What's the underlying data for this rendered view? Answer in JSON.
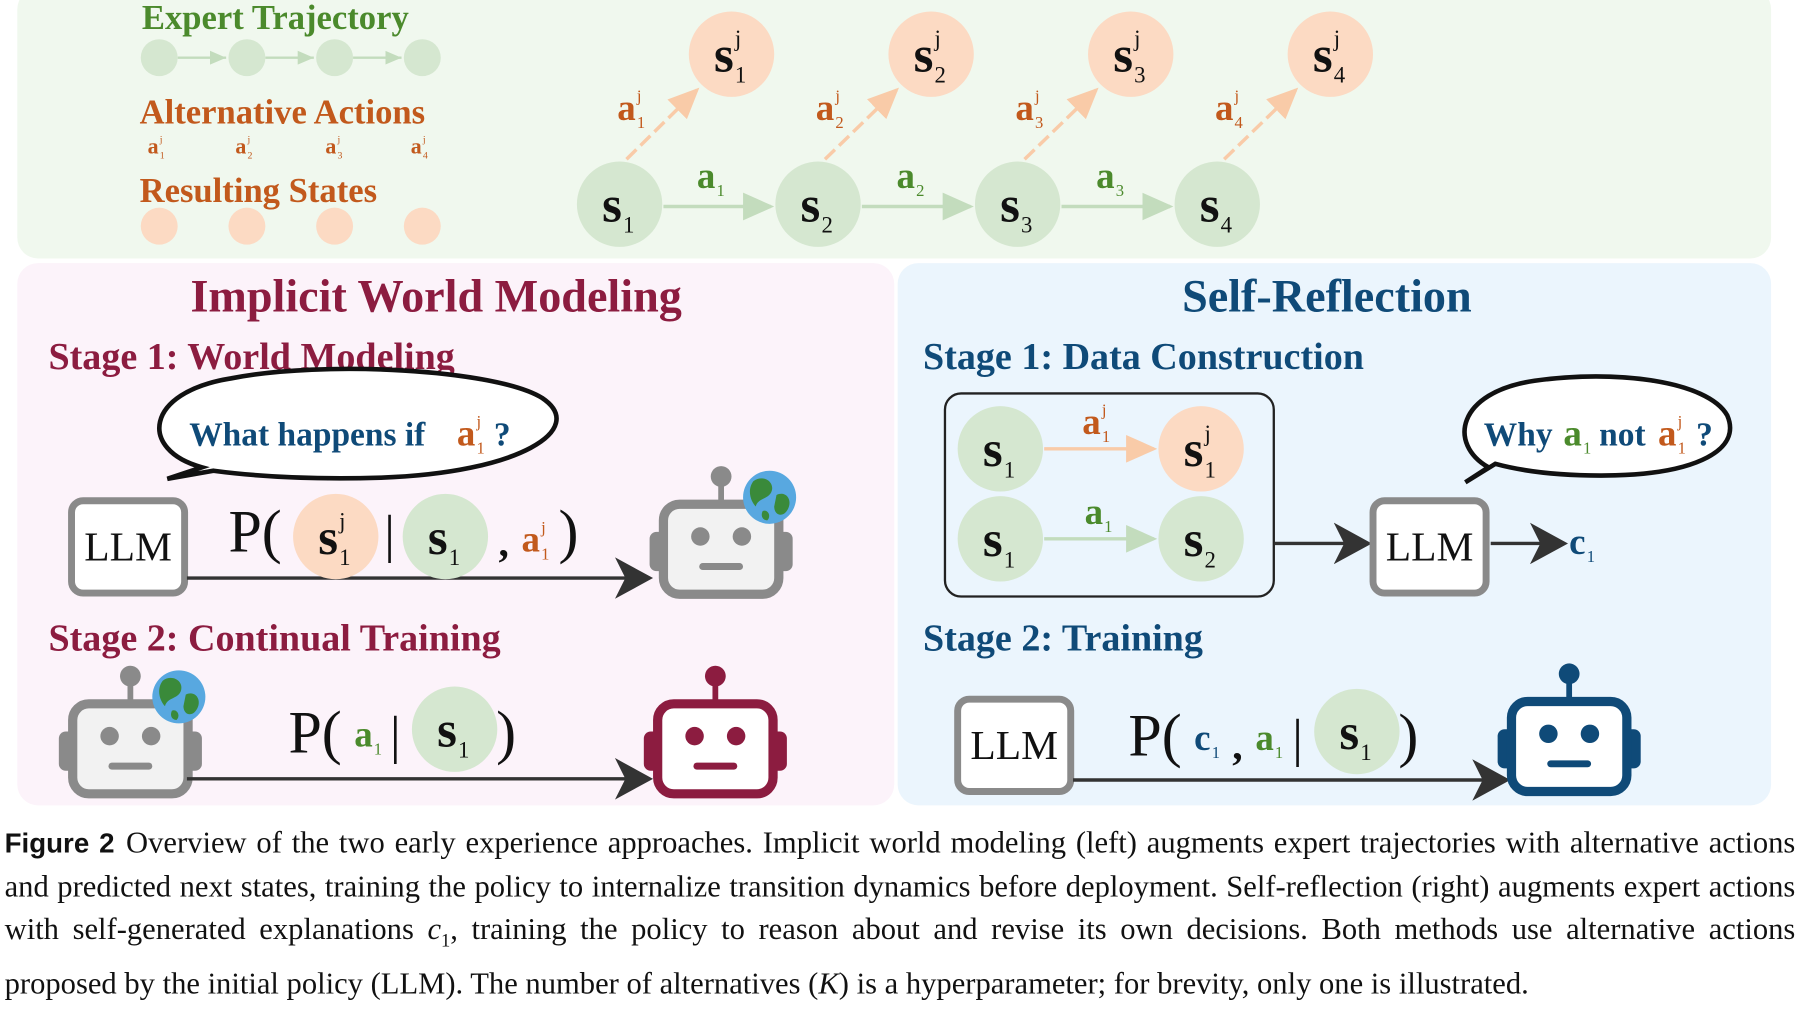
{
  "top": {
    "legend": {
      "expert": "Expert Trajectory",
      "alternative": "Alternative Actions",
      "resulting": "Resulting States",
      "alt_actions": [
        {
          "base": "a",
          "sub": "1",
          "sup": "j"
        },
        {
          "base": "a",
          "sub": "2",
          "sup": "j"
        },
        {
          "base": "a",
          "sub": "3",
          "sup": "j"
        },
        {
          "base": "a",
          "sub": "4",
          "sup": "j"
        }
      ]
    },
    "states": [
      {
        "base": "s",
        "sub": "1"
      },
      {
        "base": "s",
        "sub": "2"
      },
      {
        "base": "s",
        "sub": "3"
      },
      {
        "base": "s",
        "sub": "4"
      }
    ],
    "next_states": [
      {
        "base": "s",
        "sub": "1",
        "sup": "j"
      },
      {
        "base": "s",
        "sub": "2",
        "sup": "j"
      },
      {
        "base": "s",
        "sub": "3",
        "sup": "j"
      },
      {
        "base": "s",
        "sub": "4",
        "sup": "j"
      }
    ],
    "expert_actions": [
      {
        "base": "a",
        "sub": "1"
      },
      {
        "base": "a",
        "sub": "2"
      },
      {
        "base": "a",
        "sub": "3"
      }
    ],
    "alt_actions": [
      {
        "base": "a",
        "sub": "1",
        "sup": "j"
      },
      {
        "base": "a",
        "sub": "2",
        "sup": "j"
      },
      {
        "base": "a",
        "sub": "3",
        "sup": "j"
      },
      {
        "base": "a",
        "sub": "4",
        "sup": "j"
      }
    ]
  },
  "iwm": {
    "title": "Implicit World Modeling",
    "stage1": "Stage 1: World Modeling",
    "bubble": {
      "text": "What happens if",
      "token": {
        "base": "a",
        "sub": "1",
        "sup": "j"
      },
      "q": "?"
    },
    "llm": "LLM",
    "formula1": {
      "open": "P(",
      "next": {
        "base": "s",
        "sub": "1",
        "sup": "j"
      },
      "bar": "|",
      "state": {
        "base": "s",
        "sub": "1"
      },
      "comma": ",",
      "action": {
        "base": "a",
        "sub": "1",
        "sup": "j"
      },
      "close": ")"
    },
    "stage2": "Stage 2: Continual Training",
    "formula2": {
      "open": "P(",
      "action": {
        "base": "a",
        "sub": "1"
      },
      "bar": "|",
      "state": {
        "base": "s",
        "sub": "1"
      },
      "close": ")"
    }
  },
  "sr": {
    "title": "Self-Reflection",
    "stage1": "Stage 1: Data Construction",
    "box": {
      "s_a": {
        "base": "s",
        "sub": "1"
      },
      "alt": {
        "base": "a",
        "sub": "1",
        "sup": "j"
      },
      "next_alt": {
        "base": "s",
        "sub": "1",
        "sup": "j"
      },
      "s_b": {
        "base": "s",
        "sub": "1"
      },
      "act": {
        "base": "a",
        "sub": "1"
      },
      "next": {
        "base": "s",
        "sub": "2"
      }
    },
    "bubble": {
      "why": "Why",
      "a": {
        "base": "a",
        "sub": "1"
      },
      "not": "not",
      "aj": {
        "base": "a",
        "sub": "1",
        "sup": "j"
      },
      "q": "?"
    },
    "llm": "LLM",
    "output": {
      "base": "c",
      "sub": "1"
    },
    "stage2": "Stage 2: Training",
    "llm2": "LLM",
    "formula": {
      "open": "P(",
      "c": {
        "base": "c",
        "sub": "1"
      },
      "comma": ",",
      "action": {
        "base": "a",
        "sub": "1"
      },
      "bar": "|",
      "state": {
        "base": "s",
        "sub": "1"
      },
      "close": ")"
    }
  },
  "caption": {
    "label": "Figure 2",
    "part1": "Overview of the two early experience approaches. Implicit world modeling (left) augments expert trajectories with alternative actions and predicted next states, training the policy to internalize transition dynamics before deployment. Self-reflection (right) augments expert actions with self-generated explanations ",
    "c": "c",
    "c_sub": "1",
    "part2": ", training the policy to reason about and revise its own decisions. Both methods use alternative actions proposed by the initial policy (LLM). The number of alternatives (",
    "k": "K",
    "part3": ") is a hyperparameter; for brevity, only one is illustrated."
  },
  "colors": {
    "green_text": "#4b8a2c",
    "orange_text": "#c2591c",
    "maroon": "#8c1c40",
    "navy": "#0f4a78",
    "green_circle": "#d5e7d0",
    "peach_circle": "#fcdac3"
  }
}
